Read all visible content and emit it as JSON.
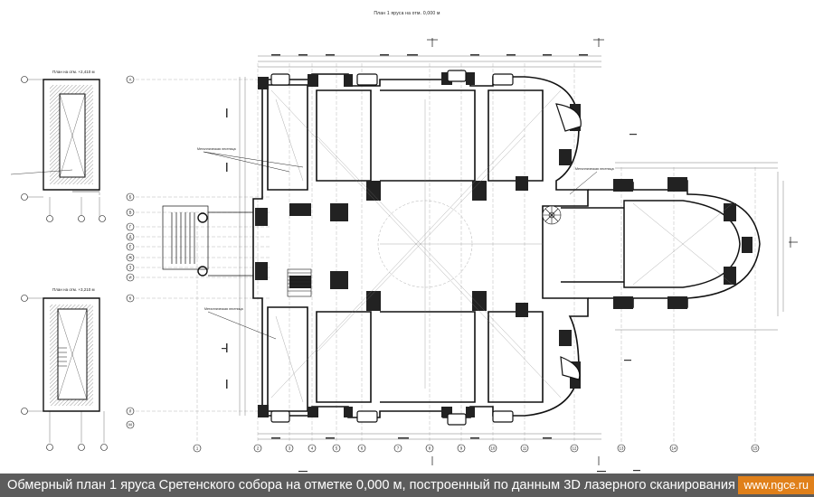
{
  "drawing": {
    "title": "План 1 яруса на отм. 0,000 м",
    "inset_top_title": "План на отм. +2,410 м",
    "inset_bottom_title": "План на отм. +3,210 м",
    "note_label": "Металлическая лестница",
    "axes": {
      "left_rows": [
        "А",
        "Б",
        "В",
        "Г",
        "Д",
        "Е",
        "Ж",
        "З",
        "И",
        "К",
        "Л",
        "М"
      ],
      "bottom_cols": [
        "1",
        "2",
        "3",
        "4",
        "5",
        "6",
        "7",
        "8",
        "9",
        "10",
        "11",
        "12",
        "13",
        "14",
        "15"
      ]
    }
  },
  "caption": {
    "text": "Обмерный план 1 яруса Сретенского собора на отметке 0,000 м, построенный по данным 3D лазерного сканирования",
    "site": "www.ngce.ru"
  },
  "colors": {
    "caption_bg": "#5c5c5c",
    "site_bg": "#e0801a",
    "line": "#1a1a1a"
  }
}
